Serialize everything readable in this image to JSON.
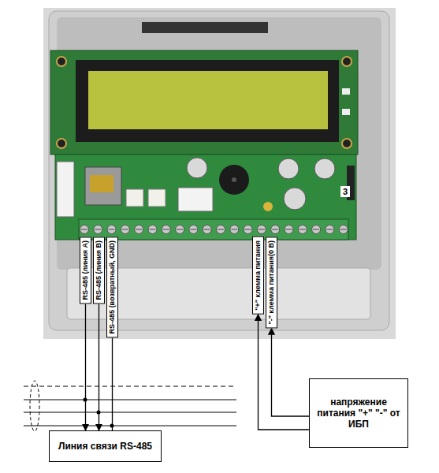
{
  "diagram": {
    "nodes": [
      {
        "text": [
          "RS-485 (линия А)"
        ]
      },
      {
        "text": [
          "RS-485 (линия В)"
        ]
      },
      {
        "text": [
          "RS-485 (возвратный, GND)"
        ]
      },
      {
        "text": [
          "\"+\" клемма питания"
        ]
      },
      {
        "text": [
          "\"-\" клемма питания(0 В)"
        ]
      },
      {
        "text": [
          "напряжение питания \"+\" \"-\" от ИБП"
        ]
      },
      {
        "text": [
          "Линия связи RS-485"
        ]
      }
    ],
    "edges": [
      {
        "from": 0,
        "to": 6,
        "arrow": "to"
      },
      {
        "from": 1,
        "to": 6,
        "arrow": "to"
      },
      {
        "from": 2,
        "to": 6,
        "arrow": "none"
      },
      {
        "from": 5,
        "to": 3,
        "arrow": "to"
      },
      {
        "from": 5,
        "to": 4,
        "arrow": "to"
      }
    ],
    "labels": [
      "3"
    ]
  }
}
